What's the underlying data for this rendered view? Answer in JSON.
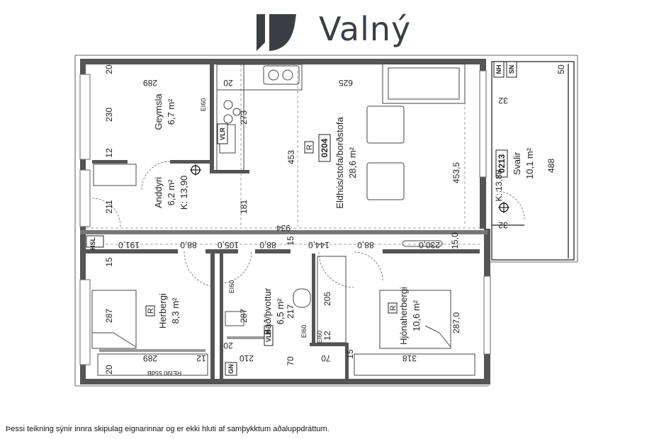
{
  "brand": {
    "name": "Valný"
  },
  "footnote": "Þessi teikning sýnir innra skipulag eignarinnar og er ekki hluti af samþykktum aðaluppdráttum.",
  "rooms": {
    "geymsla": {
      "name": "Geymsla",
      "area": "6,7 m²"
    },
    "andyri": {
      "name": "Anddyri",
      "area": "6,2 m²",
      "k": "K: 13,90"
    },
    "eldhus": {
      "id": "0204",
      "r": "R",
      "name": "Eldhús/stofa/borðstofa",
      "area": "28,6 m²"
    },
    "svalir": {
      "id": "0213",
      "name": "Svalir",
      "area": "10,1 m²",
      "k": "K: 13,88"
    },
    "herbergi": {
      "r": "R",
      "name": "Herbergi",
      "area": "8,3 m²"
    },
    "bad": {
      "name": "Bað/þvottur",
      "area": "6,5 m²"
    },
    "hjona": {
      "r": "R",
      "name": "Hjónaherbergi",
      "area": "10,6 m²"
    }
  },
  "dims": {
    "d20a": "20",
    "d289a": "289",
    "d20b": "20",
    "d625": "625",
    "d230": "230",
    "d12a": "12",
    "d273": "273",
    "d453": "453",
    "d4535": "453,5",
    "d181": "181",
    "d211": "211",
    "d934": "934",
    "d1910": "191,0",
    "d880a": "88,0",
    "d1050": "105,0",
    "d880b": "88,0",
    "d15a": "15",
    "d1440": "144,0",
    "d880c": "88,0",
    "d2300": "230,0",
    "d150": "15,0",
    "d15b": "15",
    "d287a": "287",
    "d287b": "287",
    "d217": "217",
    "d205": "205",
    "d12b": "12",
    "d2870": "287,0",
    "d289b": "289",
    "d12c": "12",
    "d20c": "20",
    "d210": "210",
    "d70a": "70",
    "d70b": "70",
    "d15c": "15",
    "d318": "318",
    "d20d": "20",
    "d50": "50",
    "d32a": "32",
    "d32b": "32",
    "d488": "488"
  },
  "tags": {
    "vlr1": "VLR",
    "vlr2": "VLR",
    "ei60a": "EI60",
    "ei60b": "EI60",
    "ei60c": "EI60",
    "ei60d": "EI60",
    "hsl": "HSL",
    "gn": "GN",
    "nh": "NH",
    "sn": "SN",
    "rei": "REI90 55dB"
  }
}
